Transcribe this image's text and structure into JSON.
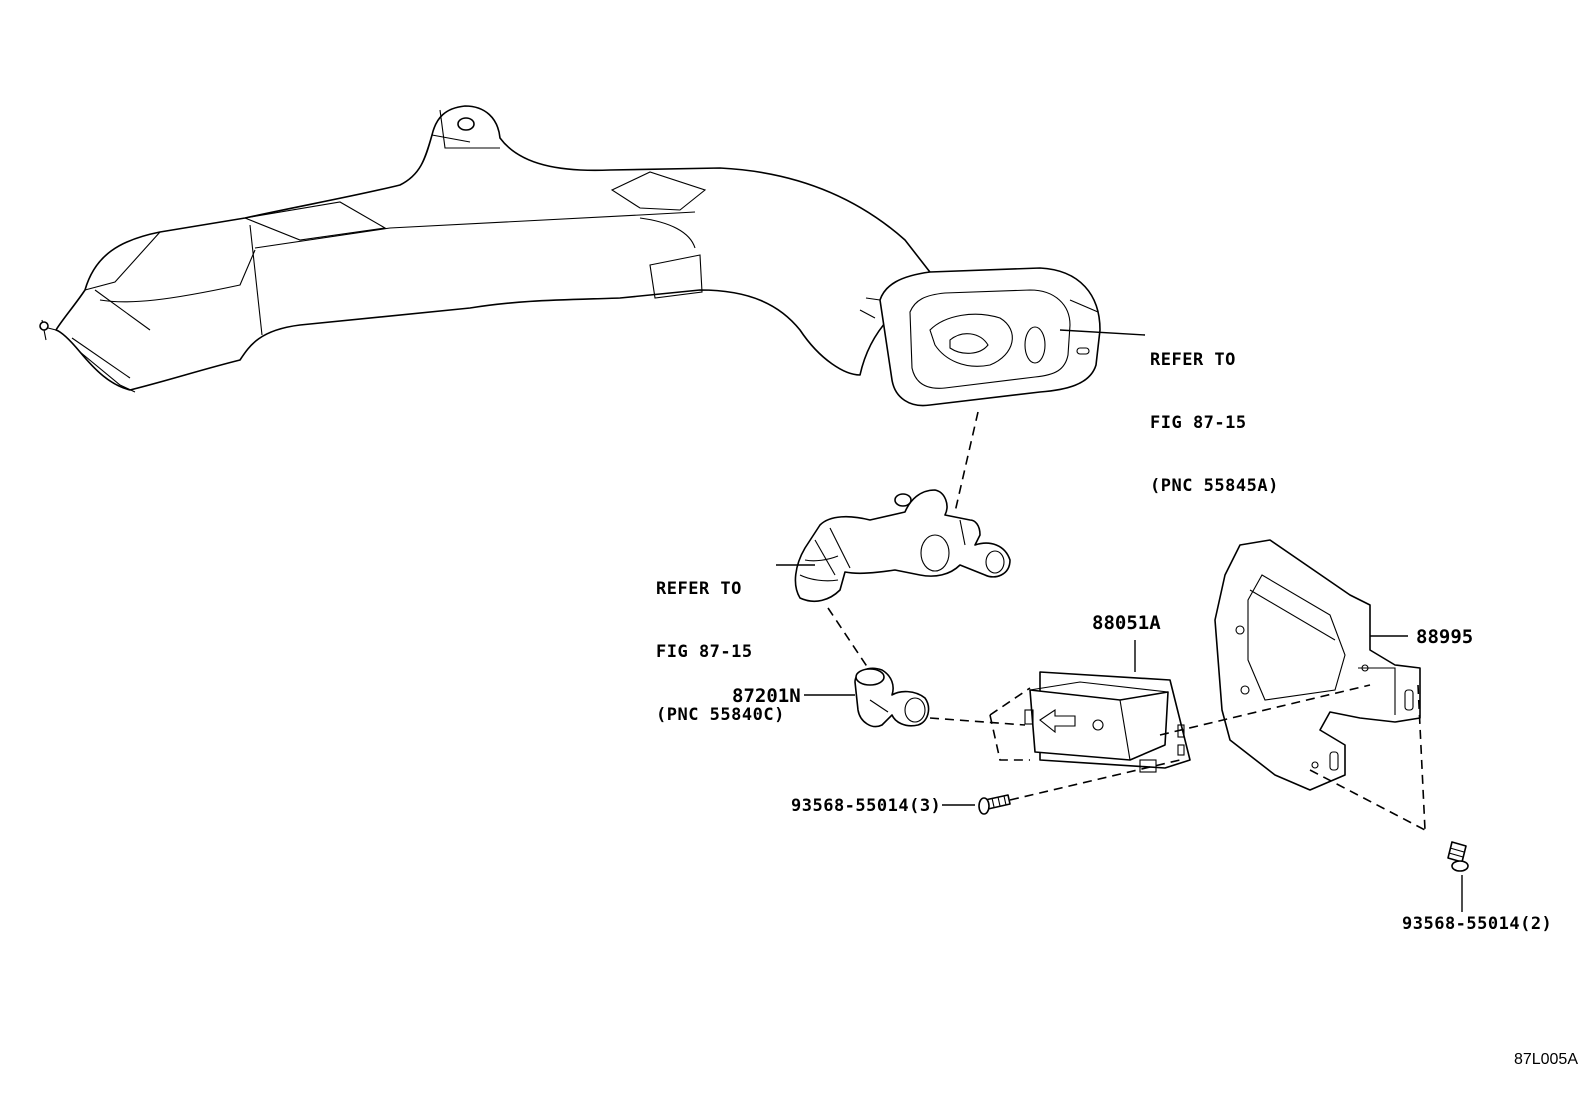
{
  "labels": {
    "refer_duct": [
      "REFER TO",
      "FIG 87-15",
      "(PNC 55845A)"
    ],
    "refer_hose": [
      "REFER TO",
      "FIG 87-15",
      "(PNC 55840C)"
    ],
    "part_88051A": "88051A",
    "part_88995": "88995",
    "part_87201N": "87201N",
    "bolt_3": "93568-55014(3)",
    "bolt_2": "93568-55014(2)",
    "figure_code": "87L005A"
  }
}
